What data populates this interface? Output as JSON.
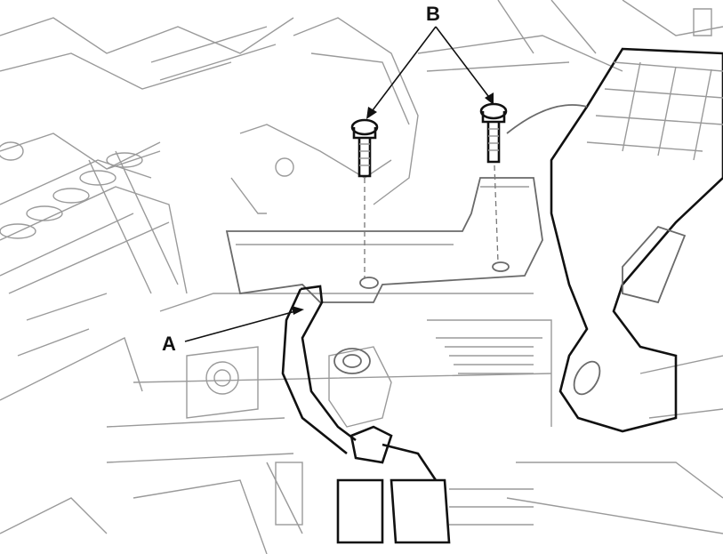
{
  "diagram": {
    "type": "service-manual-line-drawing",
    "callouts": [
      {
        "id": "A",
        "label": "A",
        "points_to": "connector/harness at bracket"
      },
      {
        "id": "B",
        "label": "B",
        "points_to": "two mounting bolts"
      }
    ],
    "colors": {
      "background": "#ffffff",
      "line": "#111111",
      "light_line": "#9a9a9a"
    }
  }
}
